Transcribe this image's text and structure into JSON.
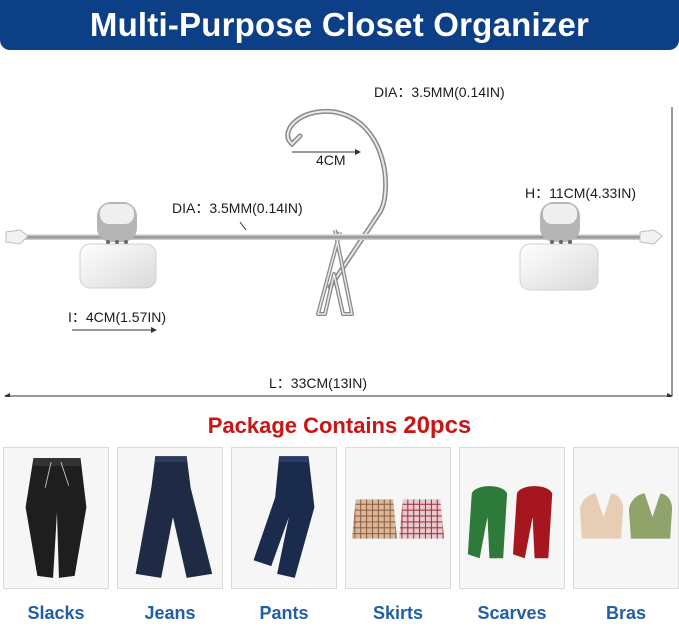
{
  "banner": {
    "title": "Multi-Purpose Closet Organizer"
  },
  "dimensions": {
    "hook_diameter": "DIA：3.5MM(0.14IN)",
    "hook_width": "4CM",
    "bar_diameter": "DIA：3.5MM(0.14IN)",
    "height": "H：11CM(4.33IN)",
    "clip_width": "I：4CM(1.57IN)",
    "length": "L：33CM(13IN)"
  },
  "package": {
    "title": "Package Contains",
    "count": "20pcs"
  },
  "products": [
    {
      "label": "Slacks",
      "icon": "slacks-icon"
    },
    {
      "label": "Jeans",
      "icon": "jeans-icon"
    },
    {
      "label": "Pants",
      "icon": "pants-icon"
    },
    {
      "label": "Skirts",
      "icon": "skirts-icon"
    },
    {
      "label": "Scarves",
      "icon": "scarves-icon"
    },
    {
      "label": "Bras",
      "icon": "bras-icon"
    }
  ],
  "colors": {
    "banner": "#0d3f86",
    "package_title": "#cc1414",
    "product_label": "#1f5fa8"
  }
}
